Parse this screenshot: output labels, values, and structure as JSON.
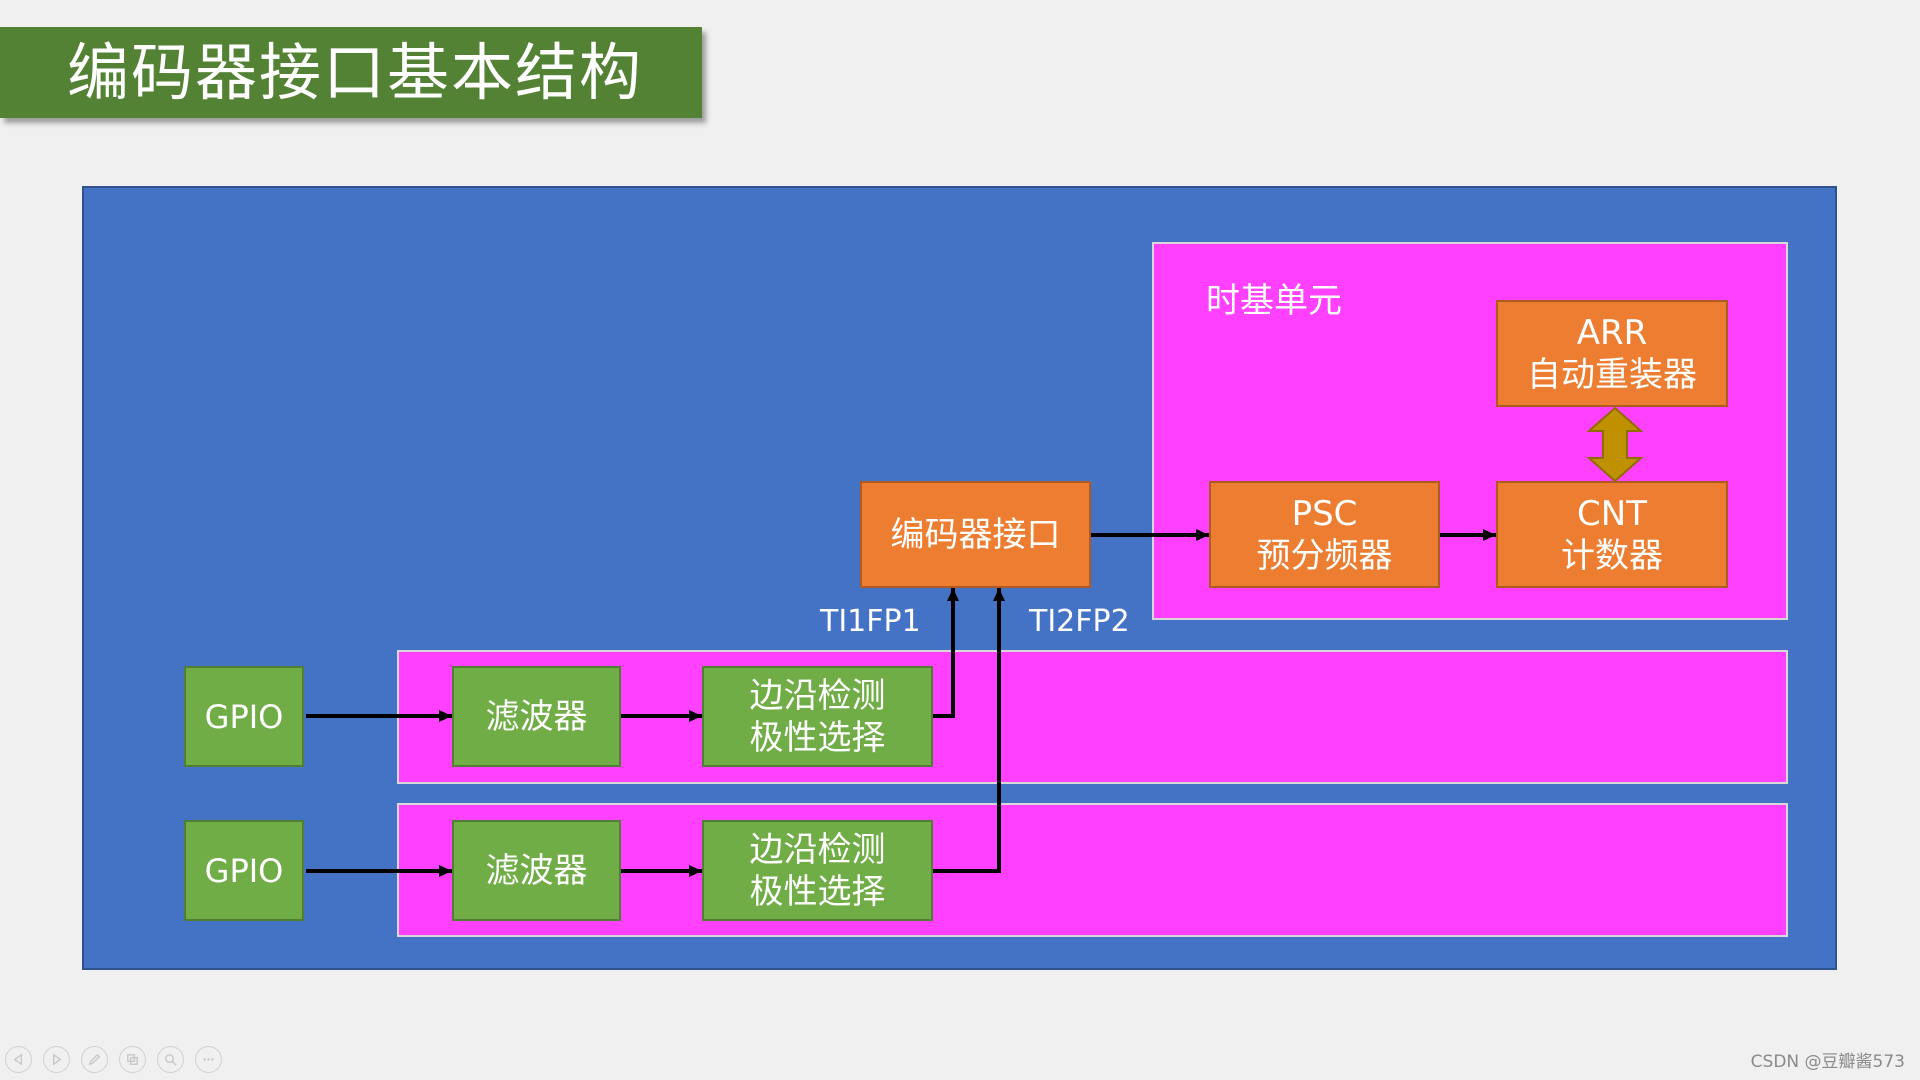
{
  "slide": {
    "title": "编码器接口基本结构"
  },
  "time_base": {
    "label": "时基单元",
    "arr": {
      "lines": [
        "ARR",
        "自动重装器"
      ]
    },
    "cnt": {
      "lines": [
        "CNT",
        "计数器"
      ]
    },
    "psc": {
      "lines": [
        "PSC",
        "预分频器"
      ]
    }
  },
  "encoder_interface": {
    "label": "编码器接口"
  },
  "signals": {
    "ti1": "TI1FP1",
    "ti2": "TI2FP2"
  },
  "channels": [
    {
      "gpio": "GPIO",
      "filter": "滤波器",
      "edge": [
        "边沿检测",
        "极性选择"
      ]
    },
    {
      "gpio": "GPIO",
      "filter": "滤波器",
      "edge": [
        "边沿检测",
        "极性选择"
      ]
    }
  ],
  "slideshow_controls": [
    {
      "icon": "previous-icon"
    },
    {
      "icon": "next-icon"
    },
    {
      "icon": "pen-icon"
    },
    {
      "icon": "slides-icon"
    },
    {
      "icon": "zoom-icon"
    },
    {
      "icon": "more-icon"
    }
  ],
  "watermark": "CSDN @豆瓣酱573",
  "colors": {
    "background": "#f0f0f0",
    "title_green": "#548235",
    "panel_blue": "#4472c4",
    "panel_border": "#2f528f",
    "magenta": "#ff40ff",
    "orange": "#ed7d31",
    "orange_border": "#ae5a21",
    "green": "#70ad47",
    "green_border": "#507e32",
    "gold": "#bf9000",
    "text_white": "#ffffff"
  }
}
